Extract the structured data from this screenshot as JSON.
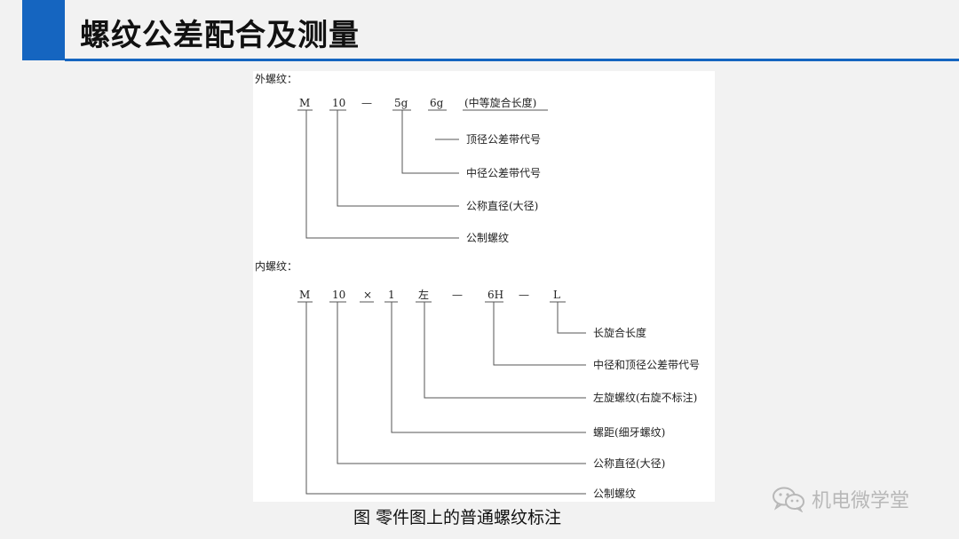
{
  "header": {
    "title": "螺纹公差配合及测量",
    "accent_color": "#1565c0"
  },
  "external": {
    "label": "外螺纹：",
    "codes": [
      "M",
      "10",
      "—",
      "5g",
      "6g",
      "(中等旋合长度)"
    ],
    "callouts": [
      "顶径公差带代号",
      "中径公差带代号",
      "公称直径(大径)",
      "公制螺纹"
    ]
  },
  "internal": {
    "label": "内螺纹：",
    "codes": [
      "M",
      "10",
      "×",
      "1",
      "左",
      "—",
      "6H",
      "—",
      "L"
    ],
    "callouts": [
      "长旋合长度",
      "中径和顶径公差带代号",
      "左旋螺纹(右旋不标注)",
      "螺距(细牙螺纹)",
      "公称直径(大径)",
      "公制螺纹"
    ]
  },
  "caption": "图  零件图上的普通螺纹标注",
  "watermark": {
    "text": "机电微学堂",
    "icon": "wechat-icon"
  }
}
